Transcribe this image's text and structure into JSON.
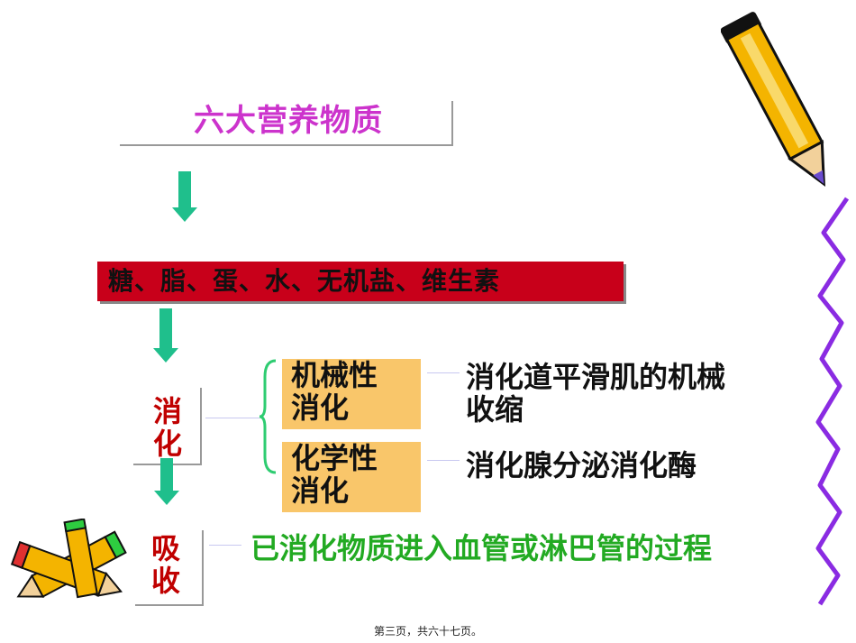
{
  "title": "六大营养物质",
  "nutrients": "糖、脂、蛋、水、无机盐、维生素",
  "stages": {
    "digestion": "消化",
    "absorption": "吸收"
  },
  "digestion_types": [
    {
      "name": "机械性消化",
      "name_line1": "机械性",
      "name_line2": "消化",
      "desc_line1": "消化道平滑肌的机械",
      "desc_line2": "收缩"
    },
    {
      "name": "化学性消化",
      "name_line1": "化学性",
      "name_line2": "消化",
      "desc_line1": "消化腺分泌消化酶",
      "desc_line2": ""
    }
  ],
  "absorption_desc": "已消化物质进入血管或淋巴管的过程",
  "footer": "第三页，共六十七页。",
  "colors": {
    "title": "#cc33cc",
    "nutrient_bar": "#c8001a",
    "stage_text": "#c00000",
    "orange_box": "#f9c66a",
    "green_text": "#22aa22",
    "arrow": "#1fbf8c",
    "squiggle": "#8a2be2"
  }
}
